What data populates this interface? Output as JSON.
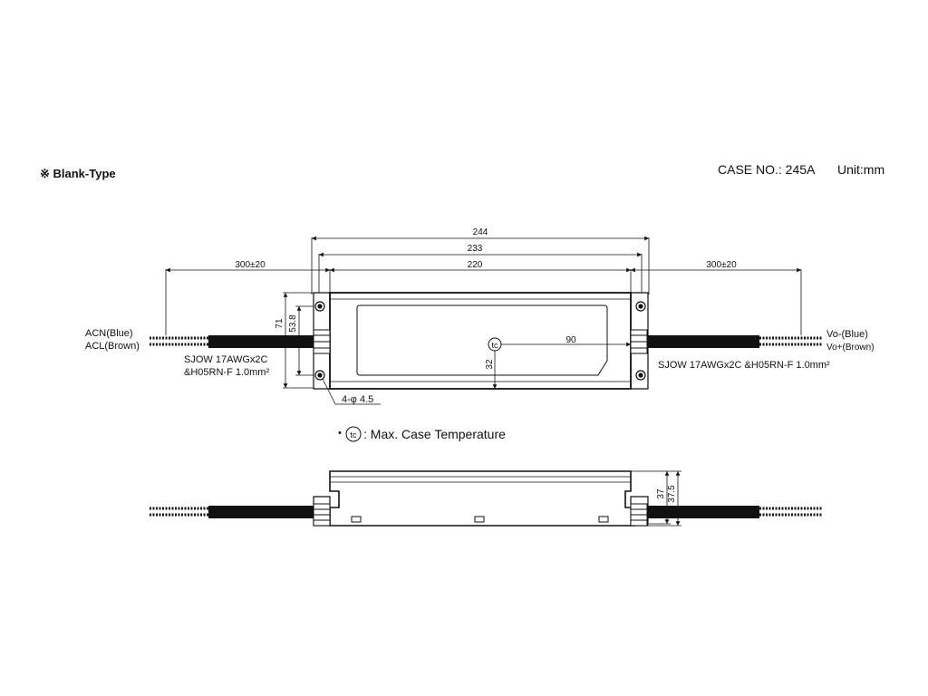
{
  "header": {
    "section_title": "※ Blank-Type",
    "case_no": "CASE NO.: 245A",
    "unit": "Unit:mm"
  },
  "dimensions": {
    "overall_length": "244",
    "mounting_pitch": "233",
    "case_length": "220",
    "cable_length_left": "300±20",
    "cable_length_right": "300±20",
    "overall_width": "71",
    "mounting_width": "53.8",
    "tc_x": "90",
    "tc_y": "32",
    "height_body": "37",
    "height_total": "37.5"
  },
  "labels": {
    "input_acn": "ACN(Blue)",
    "input_acl": "ACL(Brown)",
    "output_vo_minus": "Vo-(Blue)",
    "output_vo_plus": "Vo+(Brown)",
    "cable_spec_left_line1": "SJOW 17AWGx2C",
    "cable_spec_left_line2": "&H05RN-F 1.0mm²",
    "cable_spec_right": "SJOW 17AWGx2C &H05RN-F 1.0mm²",
    "mounting_holes": "4-φ 4.5",
    "tc_symbol": "tc",
    "tc_legend_bullet": "•",
    "tc_legend_text": ": Max. Case Temperature"
  }
}
